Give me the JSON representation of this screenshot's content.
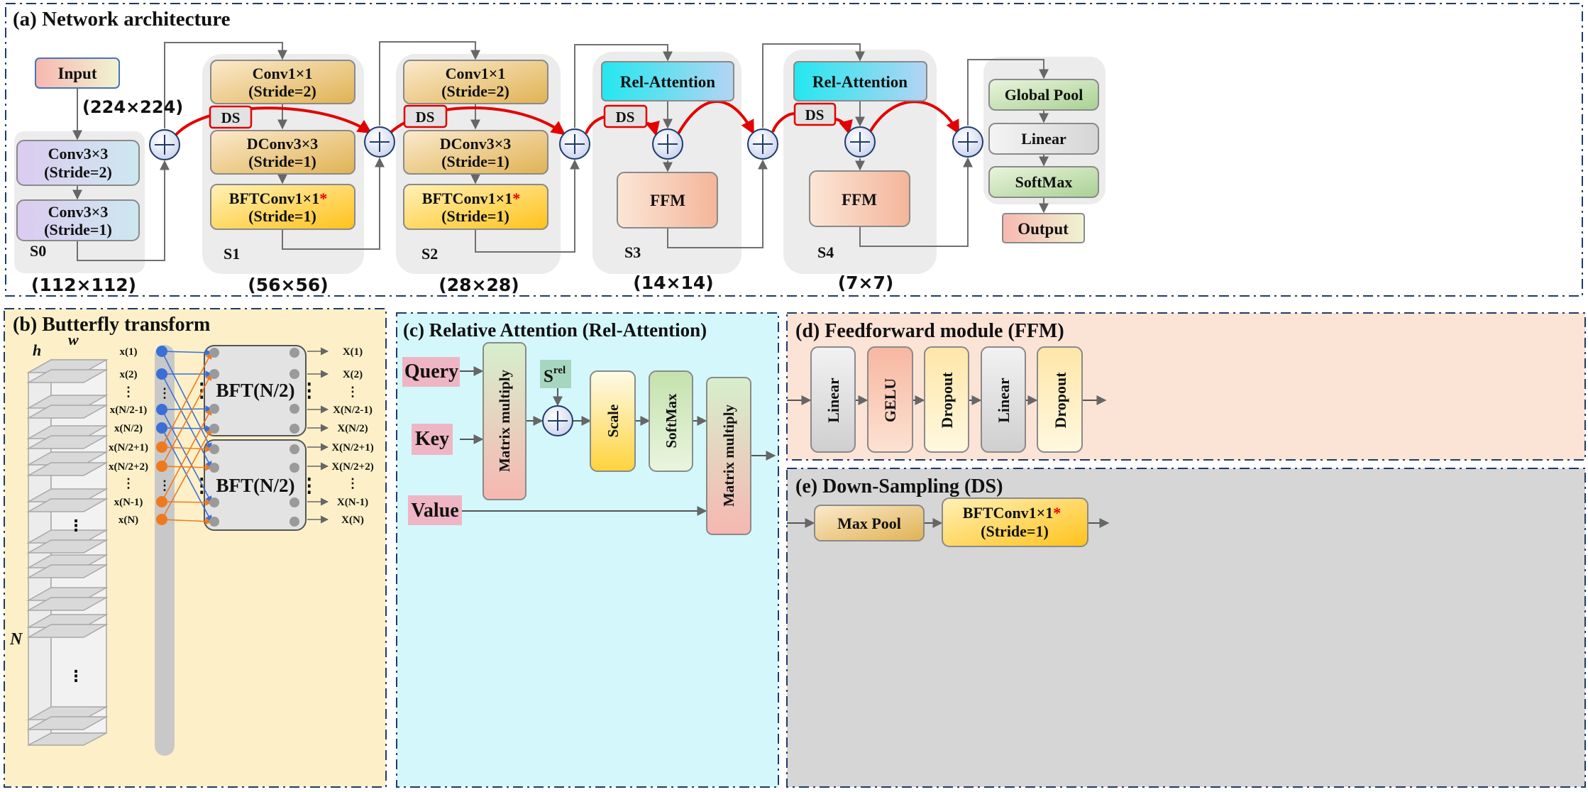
{
  "panel_a": {
    "title": "(a) Network architecture",
    "input": "Input",
    "input_size": "(224×224)",
    "conv1": [
      "Conv3×3",
      "(Stride=2)"
    ],
    "conv2": [
      "Conv3×3",
      "(Stride=1)"
    ],
    "stages": [
      "S0",
      "S1",
      "S2",
      "S3",
      "S4"
    ],
    "sizes": [
      "(112×112)",
      "(56×56)",
      "(28×28)",
      "(14×14)",
      "(7×7)"
    ],
    "s_conv": [
      "Conv1×1",
      "(Stride=2)"
    ],
    "s_dconv": [
      "DConv3×3",
      "(Stride=1)"
    ],
    "s_bft": [
      "BFTConv1×1",
      "(Stride=1)"
    ],
    "star": "*",
    "ds": "DS",
    "rel_attention": "Rel-Attention",
    "ffm": "FFM",
    "head": [
      "Global Pool",
      "Linear",
      "SoftMax"
    ],
    "output": "Output"
  },
  "panel_b": {
    "title": "(b) Butterfly transform",
    "h": "h",
    "w": "w",
    "N": "N",
    "inputs": [
      "x(1)",
      "x(2)",
      "⋮",
      "x(N/2-1)",
      "x(N/2)",
      "x(N/2+1)",
      "x(N/2+2)",
      "⋮",
      "x(N-1)",
      "x(N)"
    ],
    "outputs": [
      "X(1)",
      "X(2)",
      "⋮",
      "X(N/2-1)",
      "X(N/2)",
      "X(N/2+1)",
      "X(N/2+2)",
      "⋮",
      "X(N-1)",
      "X(N)"
    ],
    "bft": "BFT(N/2)",
    "vdots": "⋮"
  },
  "panel_c": {
    "title": "(c) Relative Attention (Rel-Attention)",
    "query": "Query",
    "key": "Key",
    "value": "Value",
    "matmul": "Matrix multiply",
    "srel_s": "S",
    "srel_sup": "rel",
    "scale": "Scale",
    "softmax": "SoftMax"
  },
  "panel_d": {
    "title": "(d) Feedforward module (FFM)",
    "blocks": [
      "Linear",
      "GELU",
      "Dropout",
      "Linear",
      "Dropout"
    ]
  },
  "panel_e": {
    "title": "(e) Down-Sampling (DS)",
    "maxpool": "Max Pool",
    "bft": [
      "BFTConv1×1",
      "(Stride=1)"
    ],
    "star": "*"
  }
}
